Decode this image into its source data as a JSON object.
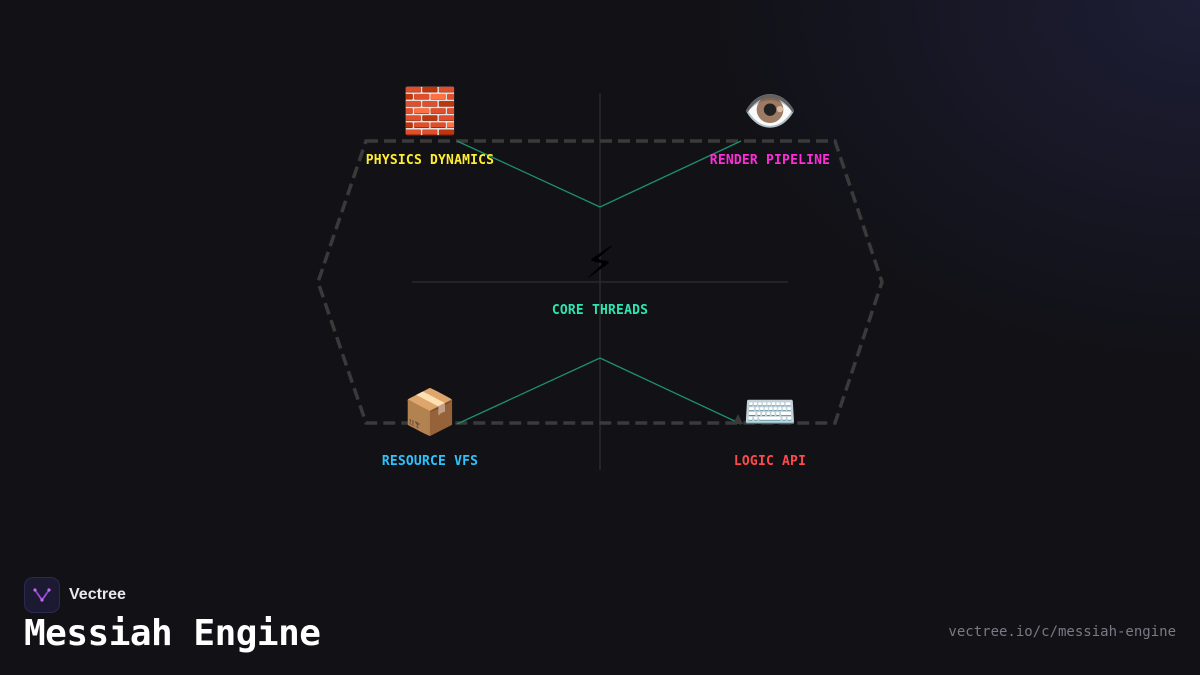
{
  "diagram": {
    "center": {
      "label": "CORE THREADS",
      "icon": "lightning-icon",
      "glyph": "⚡",
      "color": "#2ee6b0"
    },
    "nodes": [
      {
        "id": "physics",
        "label": "PHYSICS DYNAMICS",
        "icon": "brick-icon",
        "glyph": "🧱",
        "color": "#ffee33"
      },
      {
        "id": "render",
        "label": "RENDER PIPELINE",
        "icon": "eye-icon",
        "glyph": "👁️",
        "color": "#ff2dd8"
      },
      {
        "id": "resource",
        "label": "RESOURCE VFS",
        "icon": "package-icon",
        "glyph": "📦",
        "color": "#2cc4ff"
      },
      {
        "id": "logic",
        "label": "LOGIC API",
        "icon": "keyboard-icon",
        "glyph": "⌨️",
        "color": "#ff4a4a"
      }
    ],
    "connector_color": "#1f8f6a",
    "hexagon_color": "#3a3a3a"
  },
  "footer": {
    "brand": "Vectree",
    "title": "Messiah Engine",
    "url": "vectree.io/c/messiah-engine",
    "logo_icon": "vectree-logo-icon"
  }
}
